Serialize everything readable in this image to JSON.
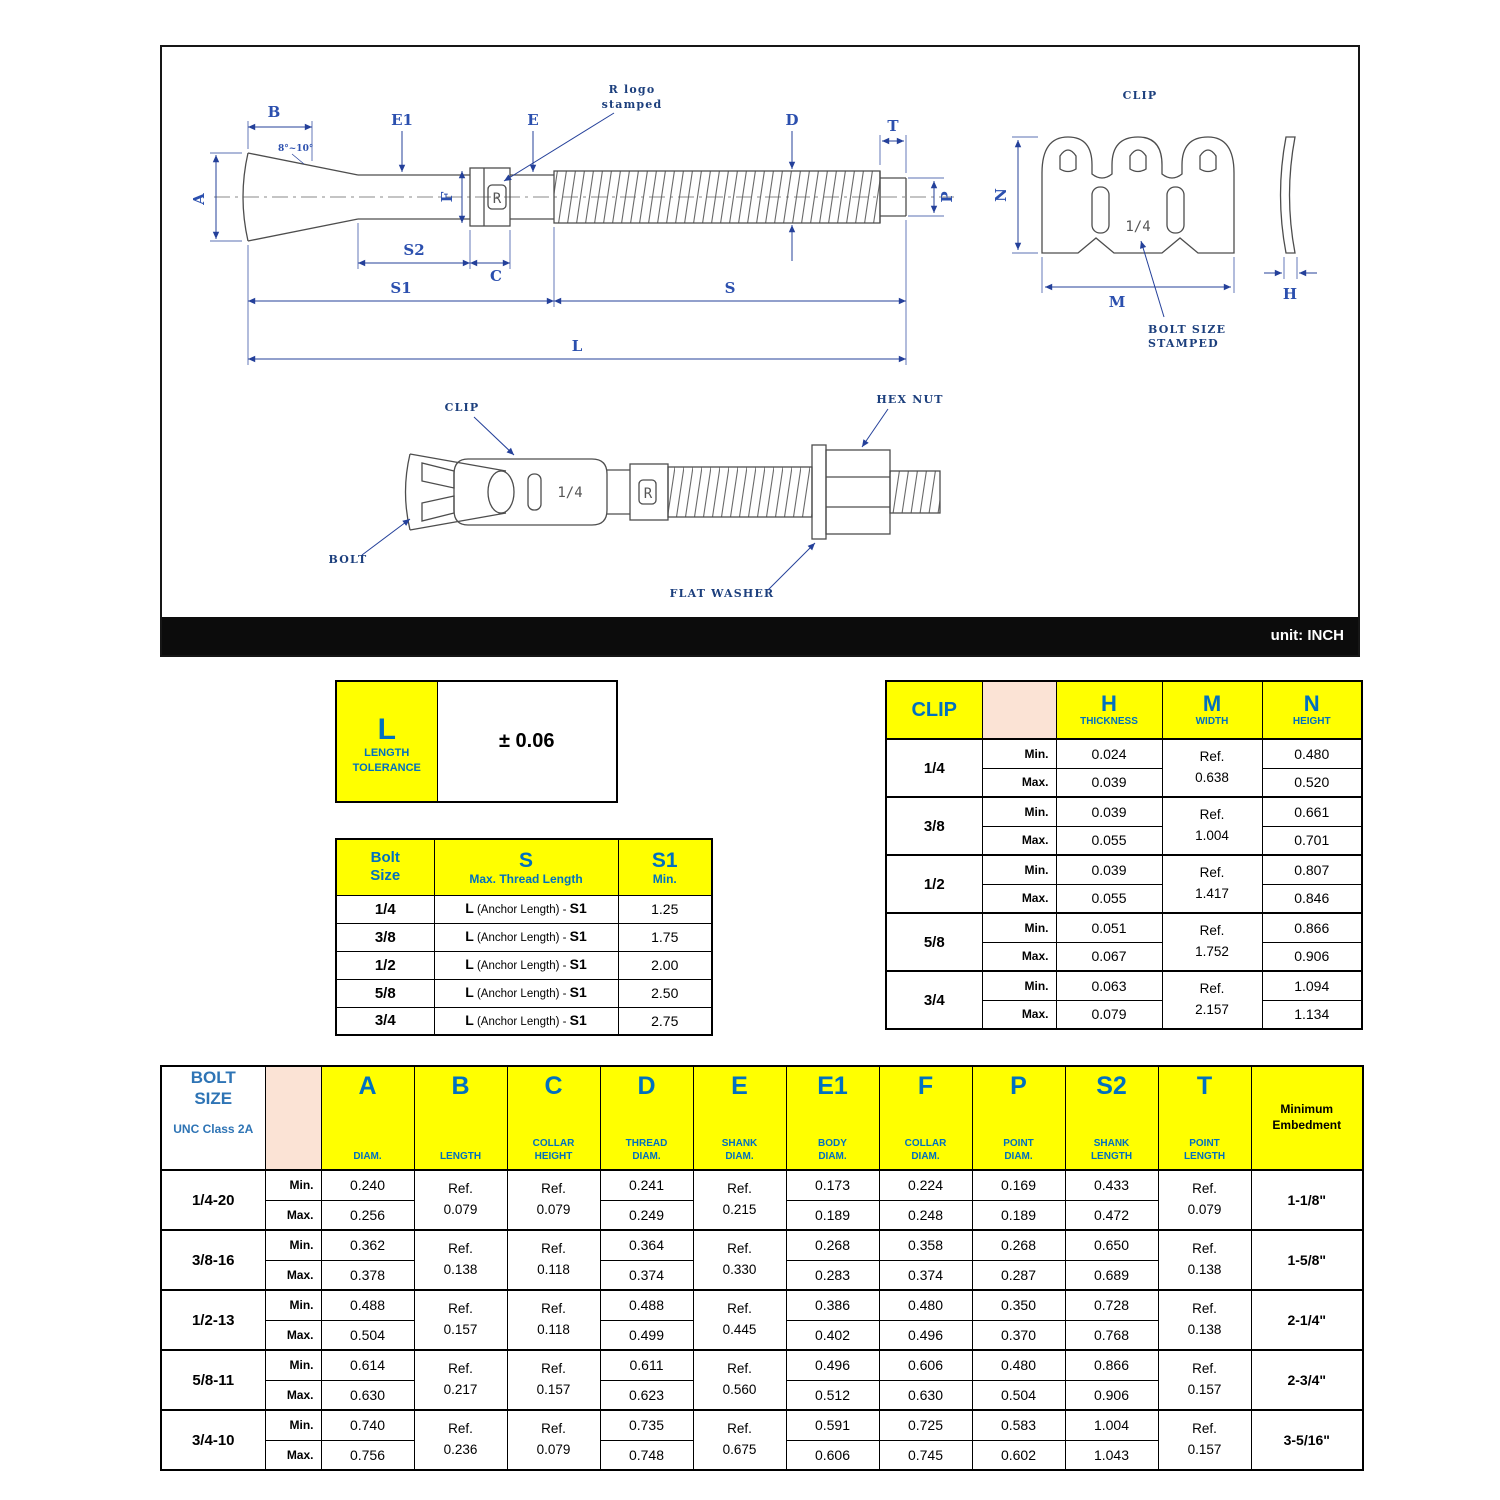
{
  "unit_bar": {
    "text": "unit: INCH"
  },
  "drawing": {
    "dims": {
      "A": "A",
      "B": "B",
      "E1": "E1",
      "E": "E",
      "F": "F",
      "D": "D",
      "T": "T",
      "P": "P",
      "S2": "S2",
      "C": "C",
      "S1": "S1",
      "S": "S",
      "L": "L",
      "N": "N",
      "M": "M",
      "H": "H",
      "angle": "8°~10°"
    },
    "callouts": {
      "r_logo_1": "R logo",
      "r_logo_2": "stamped",
      "r_mark": "R",
      "r_mark2": "R",
      "clip_title": "CLIP",
      "stamp_front": "1/4",
      "stamp_assembly": "1/4",
      "bolt_size_stamped_1": "BOLT SIZE",
      "bolt_size_stamped_2": "STAMPED",
      "clip": "CLIP",
      "hex_nut": "HEX NUT",
      "flat_washer": "FLAT WASHER",
      "bolt": "BOLT"
    }
  },
  "tolerance_table": {
    "dim": "L",
    "label_line1": "LENGTH",
    "label_line2": "TOLERANCE",
    "value": "± 0.06"
  },
  "thread_table": {
    "header": {
      "bolt": "Bolt",
      "size": "Size",
      "s": "S",
      "s_sub": "Max. Thread Length",
      "s1": "S1",
      "s1_sub": "Min."
    },
    "formula": {
      "l": "L",
      "mid": " (Anchor Length) - ",
      "s1": "S1"
    },
    "rows": [
      {
        "size": "1/4",
        "s1": "1.25"
      },
      {
        "size": "3/8",
        "s1": "1.75"
      },
      {
        "size": "1/2",
        "s1": "2.00"
      },
      {
        "size": "5/8",
        "s1": "2.50"
      },
      {
        "size": "3/4",
        "s1": "2.75"
      }
    ]
  },
  "clip_table": {
    "title": "CLIP",
    "min": "Min.",
    "max": "Max.",
    "cols": {
      "h": "H",
      "h_sub": "THICKNESS",
      "m": "M",
      "m_sub": "WIDTH",
      "n": "N",
      "n_sub": "HEIGHT"
    },
    "rows": [
      {
        "size": "1/4",
        "h_min": "0.024",
        "h_max": "0.039",
        "m": [
          "Ref.",
          "0.638"
        ],
        "n_min": "0.480",
        "n_max": "0.520"
      },
      {
        "size": "3/8",
        "h_min": "0.039",
        "h_max": "0.055",
        "m": [
          "Ref.",
          "1.004"
        ],
        "n_min": "0.661",
        "n_max": "0.701"
      },
      {
        "size": "1/2",
        "h_min": "0.039",
        "h_max": "0.055",
        "m": [
          "Ref.",
          "1.417"
        ],
        "n_min": "0.807",
        "n_max": "0.846"
      },
      {
        "size": "5/8",
        "h_min": "0.051",
        "h_max": "0.067",
        "m": [
          "Ref.",
          "1.752"
        ],
        "n_min": "0.866",
        "n_max": "0.906"
      },
      {
        "size": "3/4",
        "h_min": "0.063",
        "h_max": "0.079",
        "m": [
          "Ref.",
          "2.157"
        ],
        "n_min": "1.094",
        "n_max": "1.134"
      }
    ]
  },
  "main_table": {
    "title_line1": "BOLT",
    "title_line2": "SIZE",
    "subtitle": "UNC Class 2A",
    "min": "Min.",
    "max": "Max.",
    "cols": [
      {
        "letter": "A",
        "sub1": "",
        "sub2": "DIAM."
      },
      {
        "letter": "B",
        "sub1": "",
        "sub2": "LENGTH"
      },
      {
        "letter": "C",
        "sub1": "COLLAR",
        "sub2": "HEIGHT"
      },
      {
        "letter": "D",
        "sub1": "THREAD",
        "sub2": "DIAM."
      },
      {
        "letter": "E",
        "sub1": "SHANK",
        "sub2": "DIAM."
      },
      {
        "letter": "E1",
        "sub1": "BODY",
        "sub2": "DIAM."
      },
      {
        "letter": "F",
        "sub1": "COLLAR",
        "sub2": "DIAM."
      },
      {
        "letter": "P",
        "sub1": "POINT",
        "sub2": "DIAM."
      },
      {
        "letter": "S2",
        "sub1": "SHANK",
        "sub2": "LENGTH"
      },
      {
        "letter": "T",
        "sub1": "POINT",
        "sub2": "LENGTH"
      }
    ],
    "embed_header_1": "Minimum",
    "embed_header_2": "Embedment",
    "rows": [
      {
        "size": "1/4-20",
        "a_min": "0.240",
        "a_max": "0.256",
        "b": [
          "Ref.",
          "0.079"
        ],
        "c": [
          "Ref.",
          "0.079"
        ],
        "d_min": "0.241",
        "d_max": "0.249",
        "e": [
          "Ref.",
          "0.215"
        ],
        "e1_min": "0.173",
        "e1_max": "0.189",
        "f_min": "0.224",
        "f_max": "0.248",
        "p_min": "0.169",
        "p_max": "0.189",
        "s2_min": "0.433",
        "s2_max": "0.472",
        "t": [
          "Ref.",
          "0.079"
        ],
        "embed": "1-1/8\""
      },
      {
        "size": "3/8-16",
        "a_min": "0.362",
        "a_max": "0.378",
        "b": [
          "Ref.",
          "0.138"
        ],
        "c": [
          "Ref.",
          "0.118"
        ],
        "d_min": "0.364",
        "d_max": "0.374",
        "e": [
          "Ref.",
          "0.330"
        ],
        "e1_min": "0.268",
        "e1_max": "0.283",
        "f_min": "0.358",
        "f_max": "0.374",
        "p_min": "0.268",
        "p_max": "0.287",
        "s2_min": "0.650",
        "s2_max": "0.689",
        "t": [
          "Ref.",
          "0.138"
        ],
        "embed": "1-5/8\""
      },
      {
        "size": "1/2-13",
        "a_min": "0.488",
        "a_max": "0.504",
        "b": [
          "Ref.",
          "0.157"
        ],
        "c": [
          "Ref.",
          "0.118"
        ],
        "d_min": "0.488",
        "d_max": "0.499",
        "e": [
          "Ref.",
          "0.445"
        ],
        "e1_min": "0.386",
        "e1_max": "0.402",
        "f_min": "0.480",
        "f_max": "0.496",
        "p_min": "0.350",
        "p_max": "0.370",
        "s2_min": "0.728",
        "s2_max": "0.768",
        "t": [
          "Ref.",
          "0.138"
        ],
        "embed": "2-1/4\""
      },
      {
        "size": "5/8-11",
        "a_min": "0.614",
        "a_max": "0.630",
        "b": [
          "Ref.",
          "0.217"
        ],
        "c": [
          "Ref.",
          "0.157"
        ],
        "d_min": "0.611",
        "d_max": "0.623",
        "e": [
          "Ref.",
          "0.560"
        ],
        "e1_min": "0.496",
        "e1_max": "0.512",
        "f_min": "0.606",
        "f_max": "0.630",
        "p_min": "0.480",
        "p_max": "0.504",
        "s2_min": "0.866",
        "s2_max": "0.906",
        "t": [
          "Ref.",
          "0.157"
        ],
        "embed": "2-3/4\""
      },
      {
        "size": "3/4-10",
        "a_min": "0.740",
        "a_max": "0.756",
        "b": [
          "Ref.",
          "0.236"
        ],
        "c": [
          "Ref.",
          "0.079"
        ],
        "d_min": "0.735",
        "d_max": "0.748",
        "e": [
          "Ref.",
          "0.675"
        ],
        "e1_min": "0.591",
        "e1_max": "0.606",
        "f_min": "0.725",
        "f_max": "0.745",
        "p_min": "0.583",
        "p_max": "0.602",
        "s2_min": "1.004",
        "s2_max": "1.043",
        "t": [
          "Ref.",
          "0.157"
        ],
        "embed": "3-5/16\""
      }
    ]
  }
}
